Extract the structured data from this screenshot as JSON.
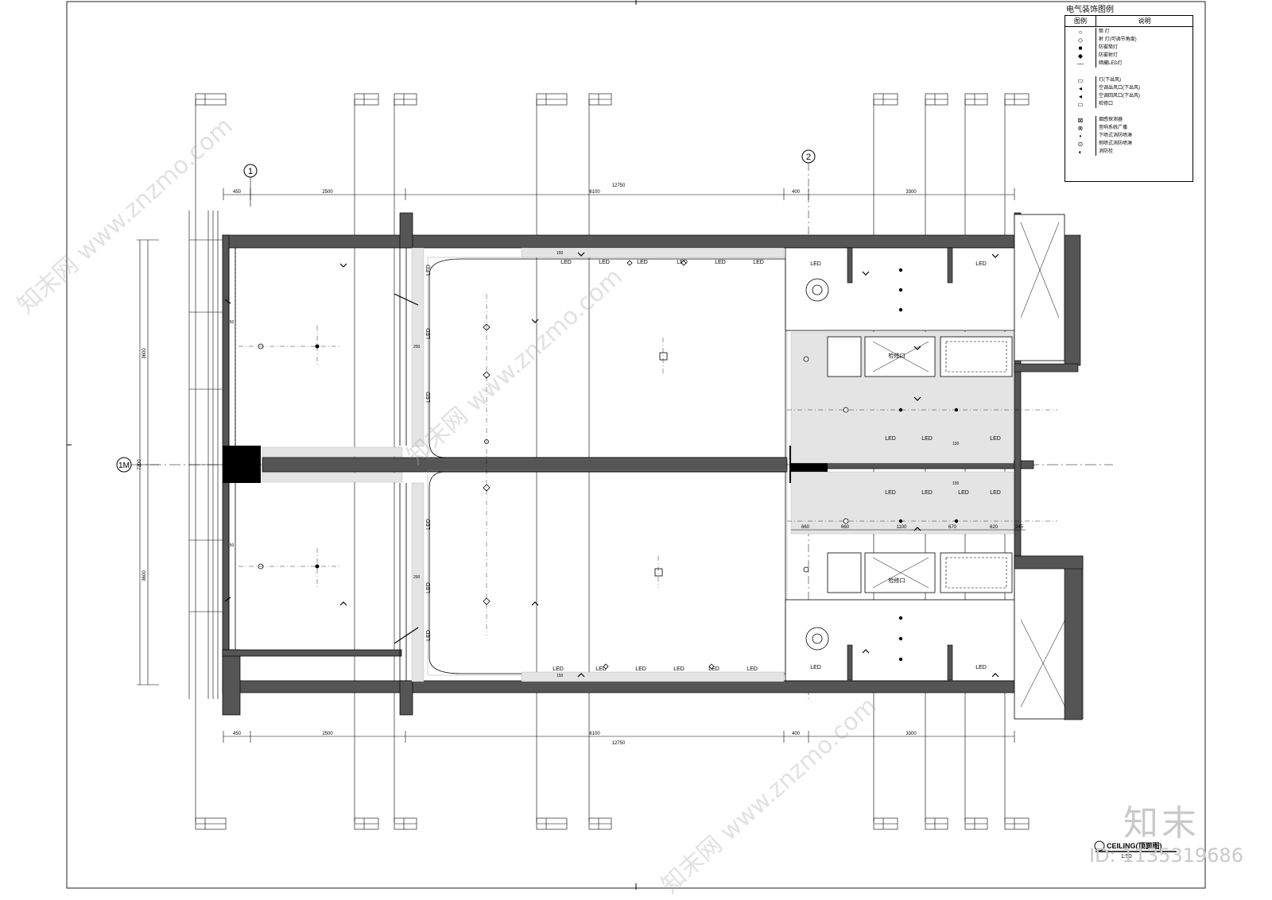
{
  "legend": {
    "title": "电气装饰图例",
    "header": [
      "图例",
      "说明"
    ],
    "rows": [
      {
        "symbol": "small-circle-icon",
        "text": "筒 灯"
      },
      {
        "symbol": "diamond-icon",
        "text": "射 灯(可调节角度)"
      },
      {
        "symbol": "filled-square-icon",
        "text": "防雾筒灯"
      },
      {
        "symbol": "filled-diamond-icon",
        "text": "防雾射灯"
      },
      {
        "symbol": "line-icon",
        "text": "暗藏LED灯"
      },
      {
        "symbol": "bar-icon",
        "text": "灯(下出风)"
      },
      {
        "symbol": "arrow-left-icon",
        "text": "空调出风口(下出风)"
      },
      {
        "symbol": "arrow-left-icon",
        "text": "空调回风口(下出风)"
      },
      {
        "symbol": "bar-icon",
        "text": "检修口"
      },
      {
        "symbol": "square-cross-icon",
        "text": "烟感探测器"
      },
      {
        "symbol": "circle-cross-icon",
        "text": "音响系统广播"
      },
      {
        "symbol": "dot-icon",
        "text": "下喷式消防喷淋"
      },
      {
        "symbol": "circle-dot-icon",
        "text": "侧喷式消防喷淋"
      },
      {
        "symbol": "half-circle-icon",
        "text": "消防栓"
      }
    ]
  },
  "dimensions": {
    "top": [
      "450",
      "2500",
      "6100",
      "400",
      "3300"
    ],
    "top_total": "12750",
    "bottom": [
      "450",
      "2500",
      "6100",
      "400",
      "3300"
    ],
    "bottom_total": "12750",
    "left": [
      "3600",
      "7200",
      "3600"
    ],
    "offset_left": [
      "250",
      "250"
    ],
    "mid_right": [
      "660",
      "660",
      "1100",
      "670",
      "620",
      "245"
    ],
    "small": [
      "150",
      "150",
      "200",
      "200",
      "150",
      "150"
    ]
  },
  "gridlines": {
    "col1": "1",
    "col2": "2",
    "row": "1M"
  },
  "led_label": "LED",
  "access_label": "检修口",
  "drawing_title": "CEILING(顶面图)",
  "drawing_sub": "1:50",
  "watermark": {
    "brand": "知末",
    "id": "ID: 1135319686",
    "site": "知末网 www.znzmo.com"
  }
}
